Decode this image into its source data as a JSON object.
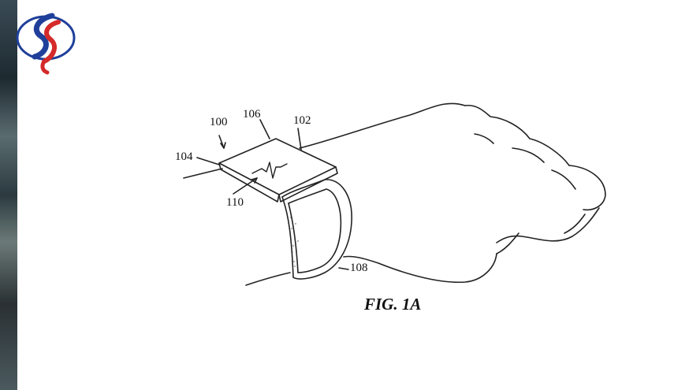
{
  "figure": {
    "caption": "FIG. 1A",
    "labels": {
      "ref_100": "100",
      "ref_102": "102",
      "ref_104": "104",
      "ref_106": "106",
      "ref_108": "108",
      "ref_110": "110"
    }
  },
  "logo": {
    "icon": "broadcaster-logo-icon",
    "colors": {
      "blue": "#1f3f9a",
      "red": "#d42a2a"
    }
  },
  "colors": {
    "line": "#222222",
    "background": "#ffffff"
  }
}
